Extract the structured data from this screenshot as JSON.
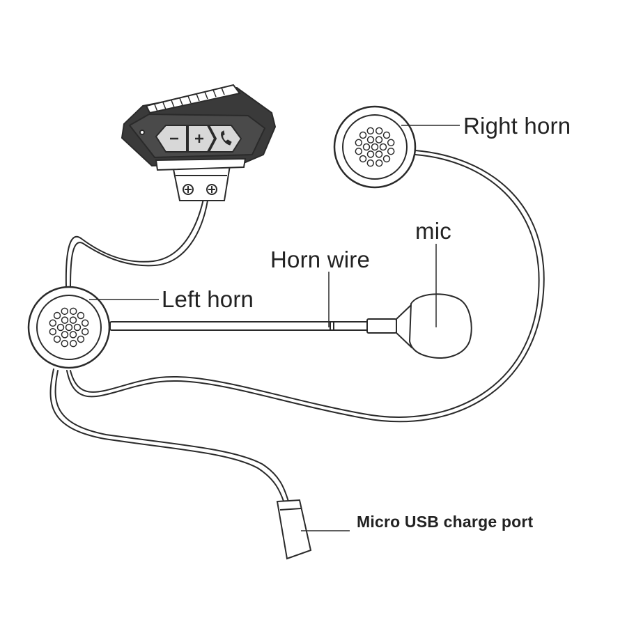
{
  "labels": {
    "right_horn": "Right horn",
    "mic": "mic",
    "horn_wire": "Horn wire",
    "left_horn": "Left horn",
    "usb_port": "Micro USB charge port"
  },
  "controller": {
    "buttons": [
      "minus",
      "plus",
      "phone"
    ]
  },
  "colors": {
    "line": "#2a2a2a",
    "fill": "#ffffff",
    "unit_dark": "#3a3a3a",
    "button_fill": "#d8d8d8"
  }
}
